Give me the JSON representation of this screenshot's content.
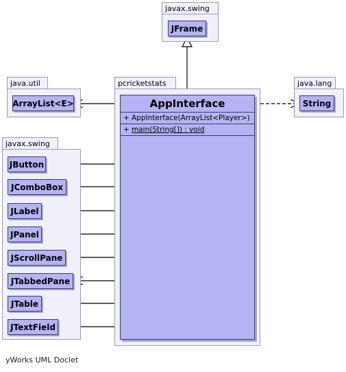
{
  "packages": {
    "swing_top": "javax.swing",
    "util": "java.util",
    "main": "pcricketstats",
    "lang": "java.lang",
    "swing_left": "javax.swing"
  },
  "classes": {
    "jframe": "JFrame",
    "arraylist": "ArrayList<E>",
    "string": "String",
    "swing_components": [
      "JButton",
      "JComboBox",
      "JLabel",
      "JPanel",
      "JScrollPane",
      "JTabbedPane",
      "JTable",
      "JTextField"
    ]
  },
  "main_class": {
    "name": "AppInterface",
    "constructor": {
      "visibility": "+",
      "signature": "AppInterface(ArrayList<Player>)"
    },
    "method": {
      "visibility": "+",
      "signature": "main(String[]) : void"
    }
  },
  "footer": "yWorks UML Doclet",
  "colors": {
    "package_fill": "#f0f0fa",
    "package_border": "#9a9ab4",
    "class_fill": "#b4b4f5",
    "class_border": "#3a3a6a"
  }
}
